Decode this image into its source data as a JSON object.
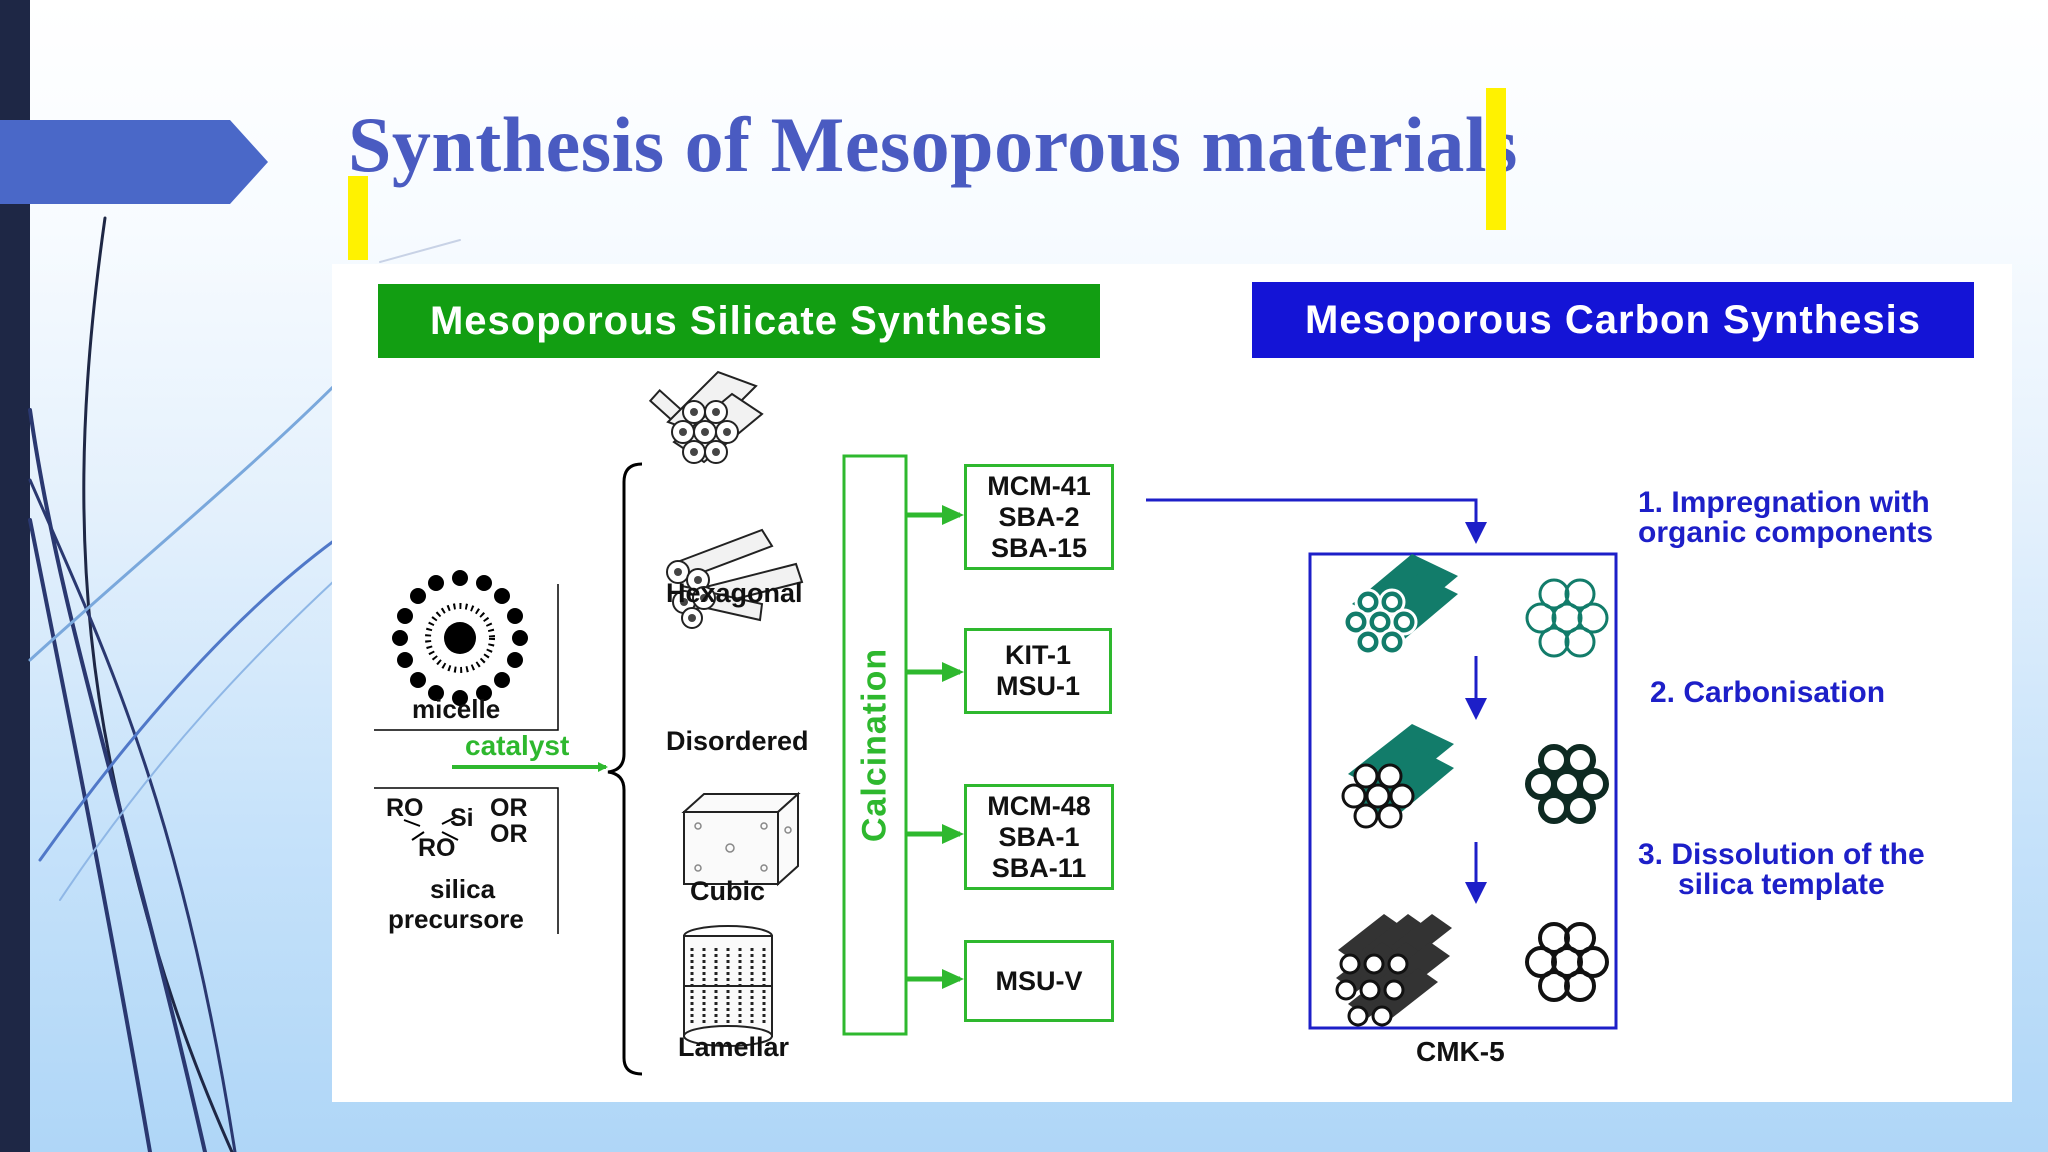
{
  "slide": {
    "title": "Synthesis of Mesoporous materials"
  },
  "figure": {
    "silicate_header": "Mesoporous Silicate Synthesis",
    "carbon_header": "Mesoporous Carbon Synthesis",
    "micelle_label": "micelle",
    "catalyst_label": "catalyst",
    "precursor": {
      "ro_top": "RO",
      "si": "Si",
      "or_top": "OR",
      "or_bottom": "OR",
      "ro_bottom": "RO",
      "label_line1": "silica",
      "label_line2": "precursore"
    },
    "phases": [
      "Hexagonal",
      "Disordered",
      "Cubic",
      "Lamellar"
    ],
    "calcination_label": "Calcination",
    "products": [
      [
        "MCM-41",
        "SBA-2",
        "SBA-15"
      ],
      [
        "KIT-1",
        "MSU-1"
      ],
      [
        "MCM-48",
        "SBA-1",
        "SBA-11"
      ],
      [
        "MSU-V"
      ]
    ],
    "steps": [
      [
        "1. Impregnation with",
        "organic components"
      ],
      [
        "2. Carbonisation"
      ],
      [
        "3. Dissolution of the",
        "silica template"
      ]
    ],
    "cmk_label": "CMK-5"
  },
  "colors": {
    "title": "#4a5bc1",
    "silicate_header_bg": "#129e12",
    "carbon_header_bg": "#1414d6",
    "green": "#2eb82e",
    "blue": "#1d1fc8",
    "highlight": "#fff200",
    "teal": "#127c6a",
    "left_bar": "#1e2745",
    "arrow_tab": "#4a68c8"
  }
}
